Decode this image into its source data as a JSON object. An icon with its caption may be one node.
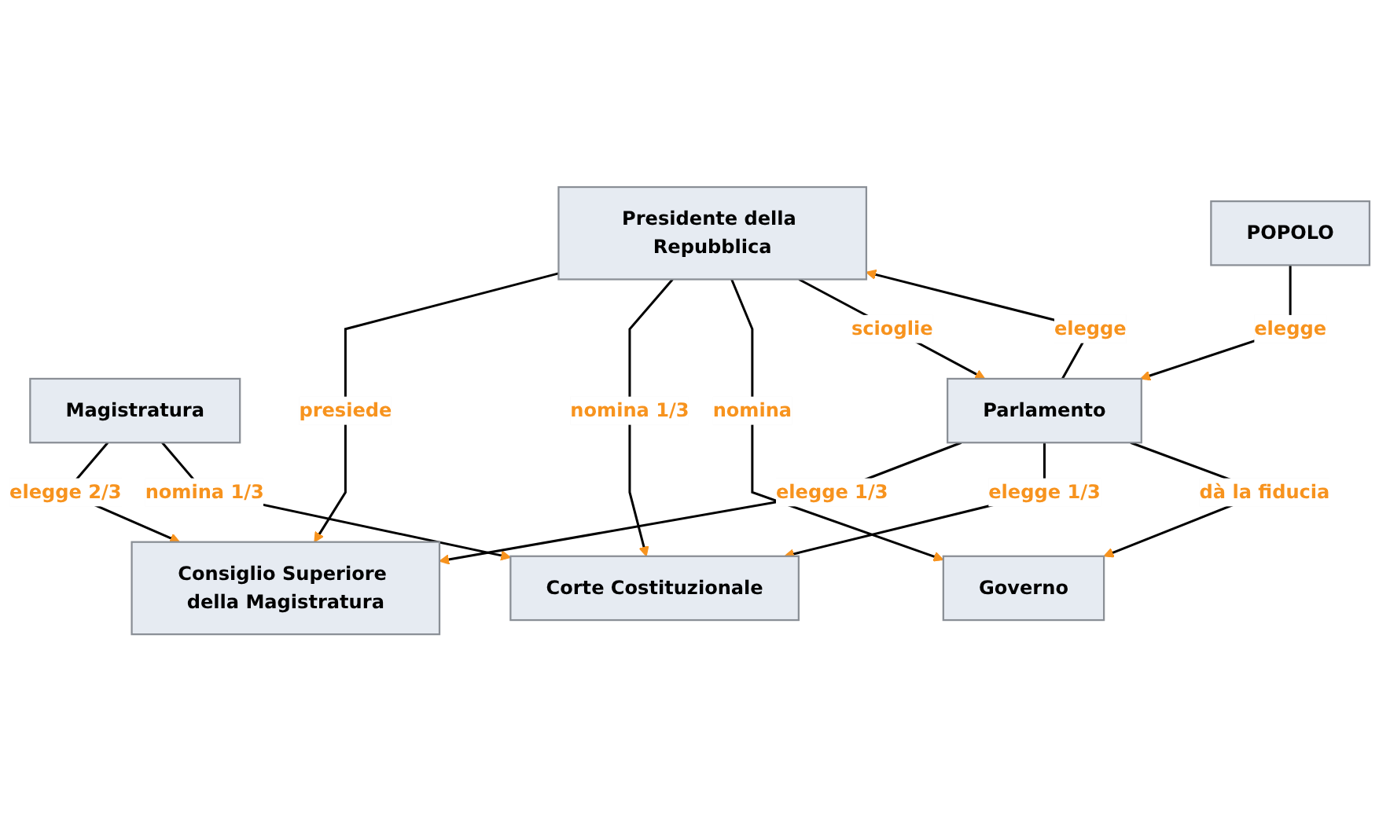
{
  "diagram": {
    "nodes": [
      {
        "text": [
          "Magistratura"
        ]
      },
      {
        "text": [
          "Consiglio Superiore della Magistratura"
        ]
      },
      {
        "text": [
          "Presidente della Repubblica"
        ]
      },
      {
        "text": [
          "Corte Costituzionale"
        ]
      },
      {
        "text": [
          "Parlamento"
        ]
      },
      {
        "text": [
          "Governo"
        ]
      },
      {
        "text": [
          "POPOLO"
        ]
      }
    ],
    "edges": [
      {
        "from": 0,
        "to": 1,
        "arrow": "to",
        "label": "elegge 2/3"
      },
      {
        "from": 2,
        "to": 1,
        "arrow": "to",
        "label": "presiede"
      },
      {
        "from": 0,
        "to": 3,
        "arrow": "to",
        "label": "nomina 1/3"
      },
      {
        "from": 2,
        "to": 3,
        "arrow": "to",
        "label": "nomina 1/3"
      },
      {
        "from": 4,
        "to": 1,
        "arrow": "to",
        "label": "elegge 1/3"
      },
      {
        "from": 2,
        "to": 5,
        "arrow": "to",
        "label": "nomina"
      },
      {
        "from": 2,
        "to": 4,
        "arrow": "to",
        "label": "scioglie"
      },
      {
        "from": 4,
        "to": 2,
        "arrow": "to",
        "label": "elegge"
      },
      {
        "from": 4,
        "to": 3,
        "arrow": "to",
        "label": "elegge 1/3"
      },
      {
        "from": 4,
        "to": 5,
        "arrow": "to",
        "label": "dà la fiducia"
      },
      {
        "from": 6,
        "to": 4,
        "arrow": "to",
        "label": "elegge"
      }
    ]
  }
}
